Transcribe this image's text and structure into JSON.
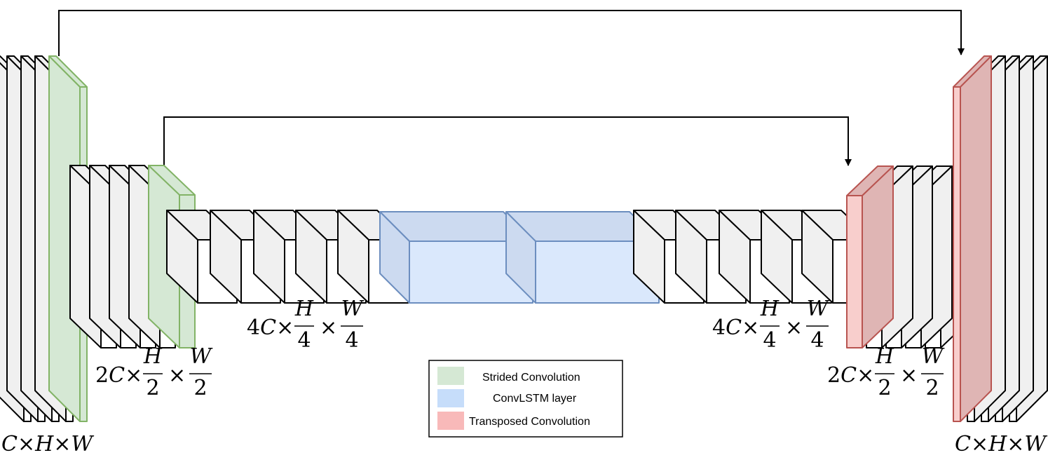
{
  "colors": {
    "plain_face": "#ffffff",
    "plain_side": "#f0f0f0",
    "plain_stroke": "#000000",
    "strided_face": "#d5e8d4",
    "strided_stroke": "#82b366",
    "convlstm_face": "#dae8fc",
    "convlstm_side": "#ccdaf0",
    "convlstm_stroke": "#6c8ebf",
    "transposed_face": "#f8cecc",
    "transposed_side": "#dfb5b4",
    "transposed_stroke": "#b85450",
    "legend_green": "#d5e8d4",
    "legend_blue": "#c6ddfa",
    "legend_red": "#f8b9b9"
  },
  "legend": {
    "items": [
      {
        "key": "strided",
        "label": "Strided Convolution"
      },
      {
        "key": "convlstm",
        "label": "ConvLSTM layer"
      },
      {
        "key": "transposed",
        "label": "Transposed Convolution"
      }
    ]
  },
  "dims": {
    "in_full": {
      "pre": "",
      "a": "C",
      "b": "H",
      "c": "W"
    },
    "out_full": {
      "pre": "",
      "a": "C",
      "b": "H",
      "c": "W"
    },
    "enc_half": {
      "pre": "2",
      "a": "C",
      "num1": "H",
      "den1": "2",
      "num2": "W",
      "den2": "2"
    },
    "dec_half": {
      "pre": "2",
      "a": "C",
      "num1": "H",
      "den1": "2",
      "num2": "W",
      "den2": "2"
    },
    "enc_quarter": {
      "pre": "4",
      "a": "C",
      "num1": "H",
      "den1": "4",
      "num2": "W",
      "den2": "4"
    },
    "dec_quarter": {
      "pre": "4",
      "a": "C",
      "num1": "H",
      "den1": "4",
      "num2": "W",
      "den2": "4"
    }
  },
  "symbols": {
    "times": "×"
  }
}
